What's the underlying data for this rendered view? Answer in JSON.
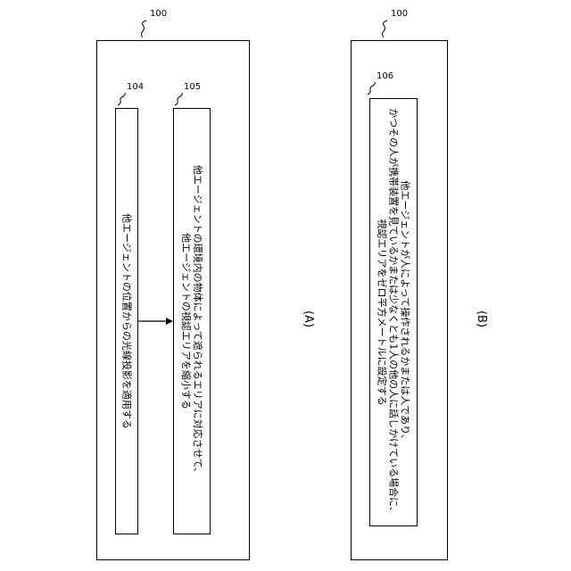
{
  "panel_a": {
    "ref_outer": "100",
    "label": "(A)",
    "box_104": {
      "ref": "104",
      "text": "他エージェントの位置からの光線投影を適用する"
    },
    "box_105": {
      "ref": "105",
      "line1": "他エージェントの環境内の物体によって遮られるエリアに対応させて、",
      "line2": "他エージェントの視認エリアを縮小する"
    }
  },
  "panel_b": {
    "ref_outer": "100",
    "label": "(B)",
    "box_106": {
      "ref": "106",
      "line1": "他エージェントが人によって操作されるかまたは人であり、",
      "line2": "かつその人が携帯装置を見ているかまたは少なくとも1人の他の人に話しかけている場合に、",
      "line3": "視認エリアをゼロ平方メートルに設定する"
    }
  }
}
